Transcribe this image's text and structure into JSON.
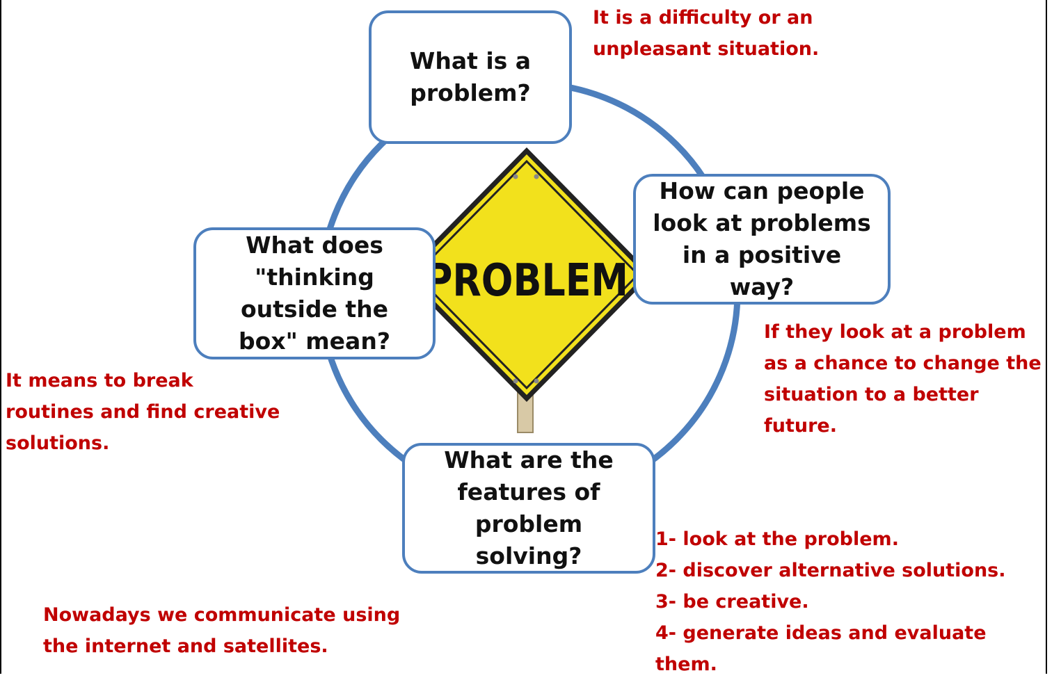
{
  "sign": {
    "label": "PROBLEM"
  },
  "questions": {
    "top": "What is a problem?",
    "right": "How can people look at problems in a positive way?",
    "left": "What does \"thinking outside the box\" mean?",
    "bottom": "What are the features of problem solving?"
  },
  "answers": {
    "top": [
      "It is a difficulty or an",
      "unpleasant situation."
    ],
    "right": [
      "If they look at a problem",
      "as a chance to change the",
      "situation to a better",
      "future."
    ],
    "left": [
      "It means to break",
      "routines and find creative",
      "solutions."
    ],
    "bottom": [
      "1- look at the problem.",
      "2- discover alternative solutions.",
      "3- be creative.",
      "4- generate ideas and evaluate",
      "them."
    ],
    "extra": [
      "Nowadays we communicate using",
      "the internet and satellites."
    ]
  },
  "colors": {
    "ring": "#4d7fbd",
    "answer": "#c00000",
    "sign": "#f2e11c"
  }
}
